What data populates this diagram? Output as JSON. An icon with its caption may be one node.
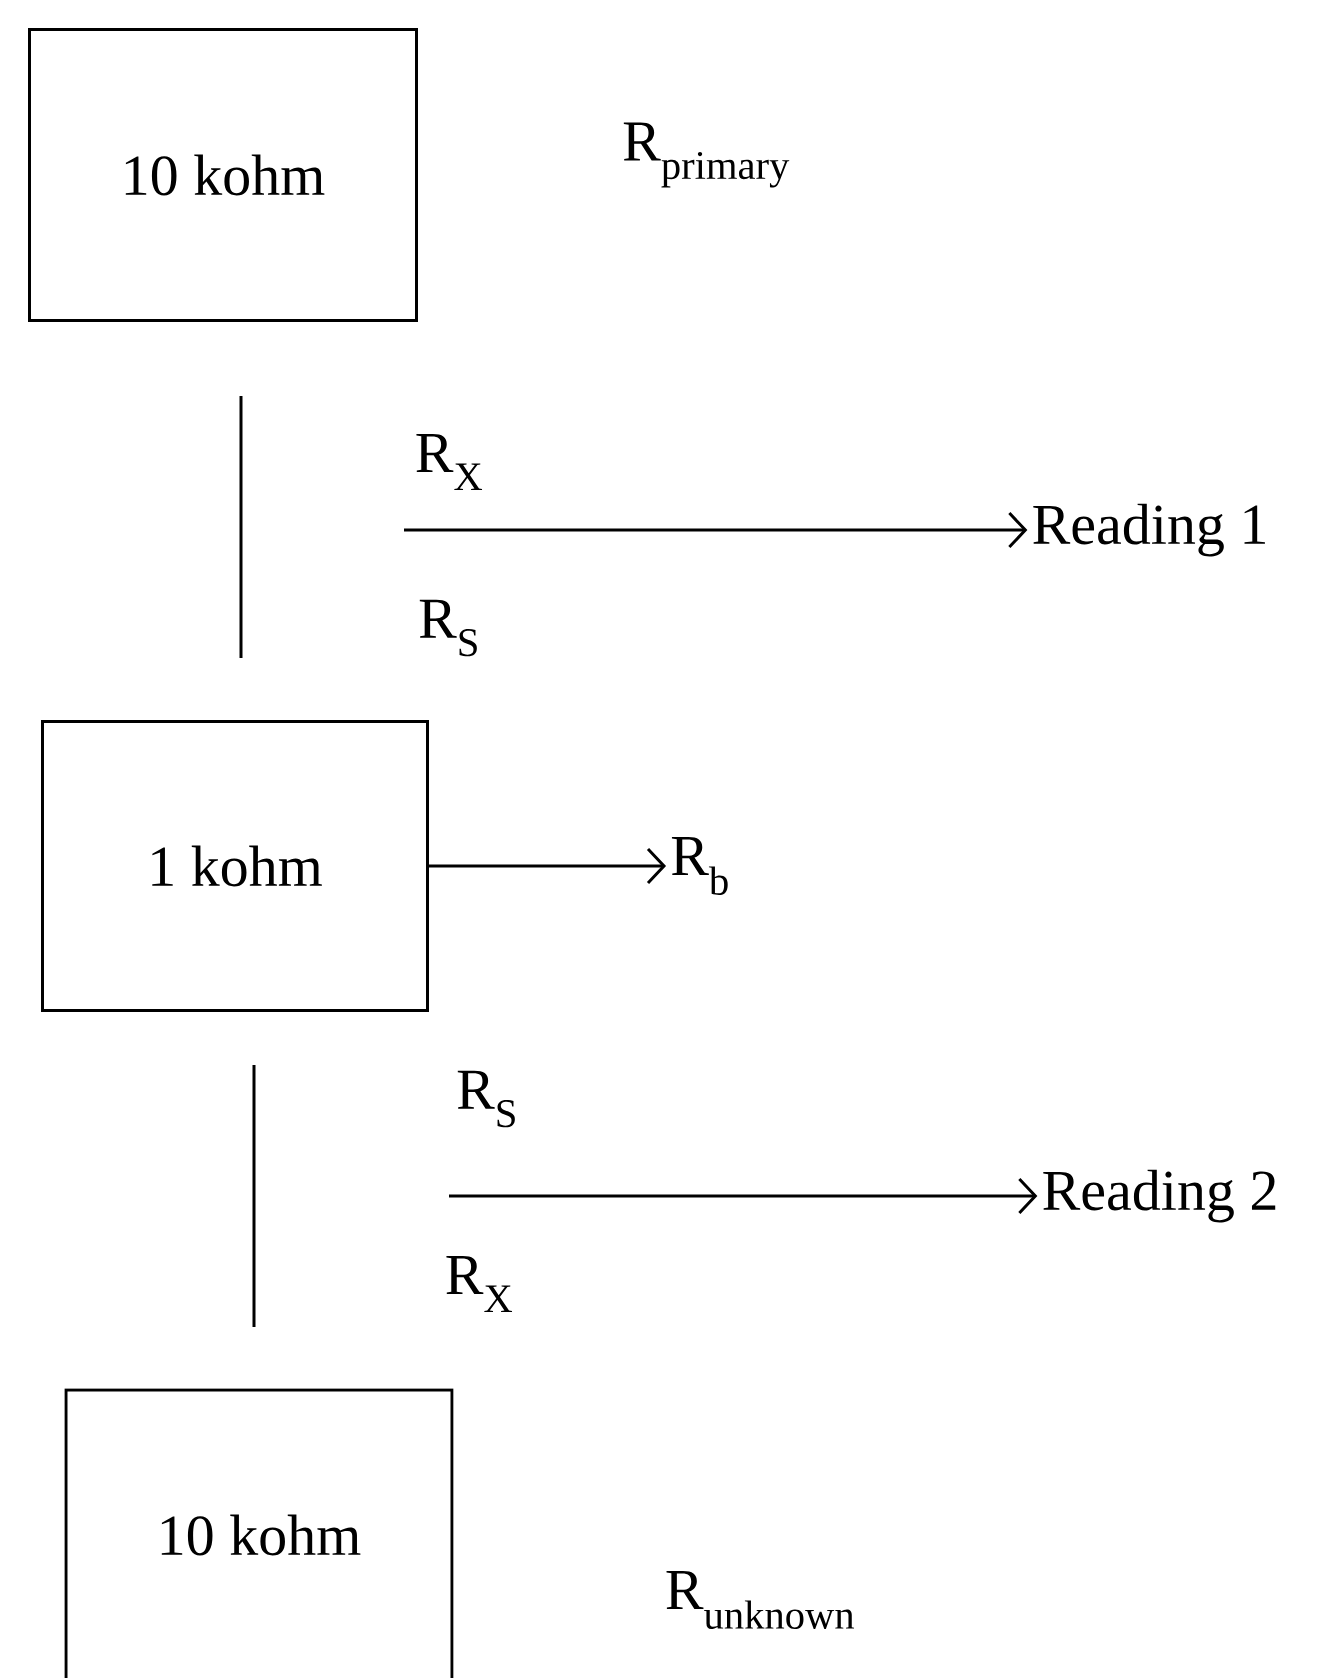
{
  "diagram": {
    "nodes": [
      {
        "text": [
          "10 kohm"
        ],
        "beside": [
          "R$_{primary}$"
        ]
      },
      {
        "text": [
          "1 kohm"
        ]
      },
      {
        "text": [
          "10 kohm"
        ],
        "beside": [
          "R$_{unknown}$"
        ]
      },
      {
        "text": [
          "Reading 1"
        ]
      },
      {
        "text": [
          "Reading 2"
        ]
      },
      {
        "text": [
          "R$_{b}$"
        ]
      }
    ],
    "edges": [
      {
        "from": null,
        "to": 3,
        "arrow": "to"
      },
      {
        "from": 1,
        "to": 5,
        "arrow": "to"
      },
      {
        "from": null,
        "to": 4,
        "arrow": "to"
      }
    ],
    "labels": [
      "R$_{X}$",
      "R$_{S}$",
      "R$_{S}$",
      "R$_{X}$"
    ]
  }
}
